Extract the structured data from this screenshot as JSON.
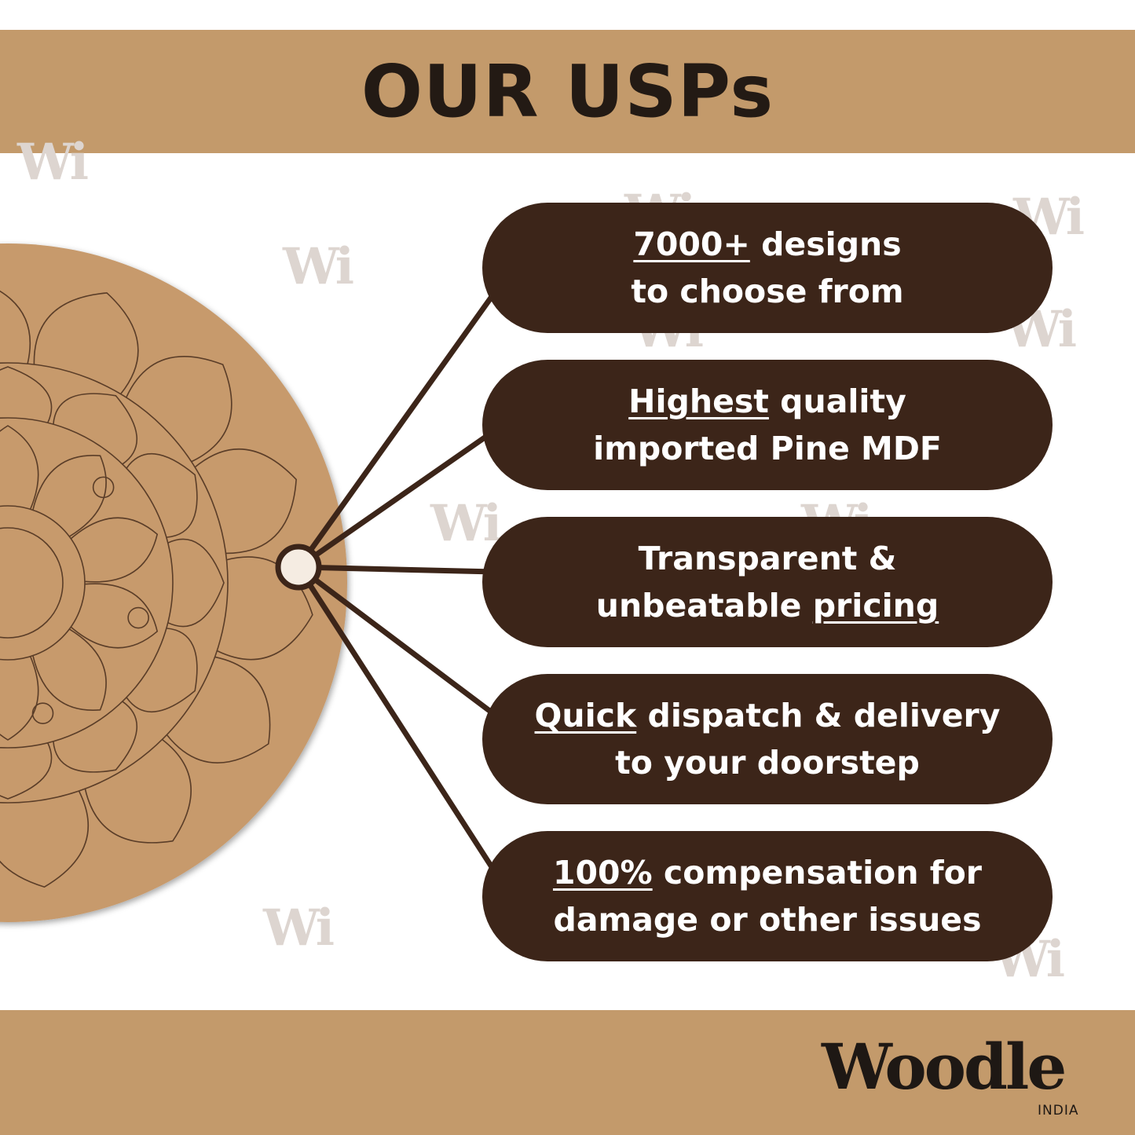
{
  "header": {
    "title": "OUR USPs"
  },
  "usps": [
    {
      "line1_pre": "",
      "line1_underlined": "7000+",
      "line1_post": " designs",
      "line2_pre": "to choose from",
      "line2_underlined": ""
    },
    {
      "line1_pre": "",
      "line1_underlined": "Highest",
      "line1_post": " quality",
      "line2_pre": "imported Pine MDF",
      "line2_underlined": ""
    },
    {
      "line1_pre": "Transparent &",
      "line1_underlined": "",
      "line1_post": "",
      "line2_pre": "unbeatable ",
      "line2_underlined": "pricing"
    },
    {
      "line1_pre": "",
      "line1_underlined": "Quick",
      "line1_post": " dispatch & delivery",
      "line2_pre": "to your doorstep",
      "line2_underlined": ""
    },
    {
      "line1_pre": "",
      "line1_underlined": "100%",
      "line1_post": " compensation for",
      "line2_pre": "damage or other issues",
      "line2_underlined": ""
    }
  ],
  "watermark": {
    "text": "Wi"
  },
  "brand": {
    "name": "Woodle",
    "sub": "INDIA"
  },
  "colors": {
    "band": "#c39a6b",
    "pill": "#3c2519",
    "mdf": "#c79a6c",
    "line": "#3c2519",
    "hub": "#f5ece2"
  }
}
